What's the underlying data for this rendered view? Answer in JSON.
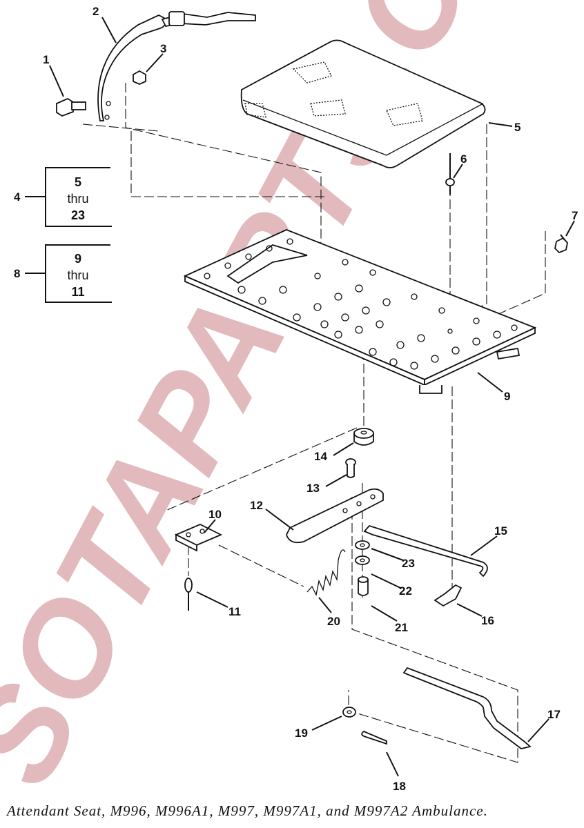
{
  "caption": "Attendant Seat, M996, M996A1, M997, M997A1, and M997A2 Ambulance.",
  "watermark": "SOTAPARTS.COM",
  "callouts": {
    "1": "1",
    "2": "2",
    "3": "3",
    "4": "4",
    "5": "5",
    "6": "6",
    "7": "7",
    "8": "8",
    "9": "9",
    "10": "10",
    "11": "11",
    "12": "12",
    "13": "13",
    "14": "14",
    "15": "15",
    "16": "16",
    "17": "17",
    "18": "18",
    "19": "19",
    "20": "20",
    "21": "21",
    "22": "22",
    "23": "23"
  },
  "groups": [
    {
      "label": "4",
      "from": "5",
      "thru": "thru",
      "to": "23"
    },
    {
      "label": "8",
      "from": "9",
      "thru": "thru",
      "to": "11"
    }
  ],
  "colors": {
    "line": "#111111",
    "watermark": "#d9a3a7"
  }
}
